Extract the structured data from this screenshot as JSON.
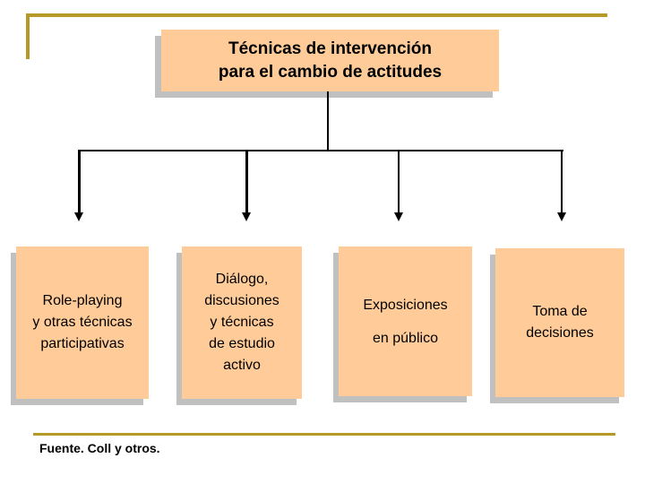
{
  "slide": {
    "title": {
      "lines": [
        "Técnicas de intervención",
        "para el cambio de actitudes"
      ]
    },
    "nodes": [
      {
        "id": "role-playing",
        "lines": [
          "Role-playing",
          "y otras técnicas",
          "participativas"
        ]
      },
      {
        "id": "dialogo",
        "lines": [
          "Diálogo,",
          "discusiones",
          "y técnicas",
          "de estudio",
          "activo"
        ]
      },
      {
        "id": "exposiciones",
        "lines": [
          "Exposiciones",
          "en público"
        ]
      },
      {
        "id": "toma-decisiones",
        "lines": [
          "Toma de",
          "decisiones"
        ]
      }
    ],
    "footer": "Fuente. Coll y otros.",
    "colors": {
      "box_fill": "#FFCC99",
      "box_shadow": "#C0C0C0",
      "accent_line": "#B59A28",
      "connector": "#000000",
      "text": "#000000"
    }
  }
}
